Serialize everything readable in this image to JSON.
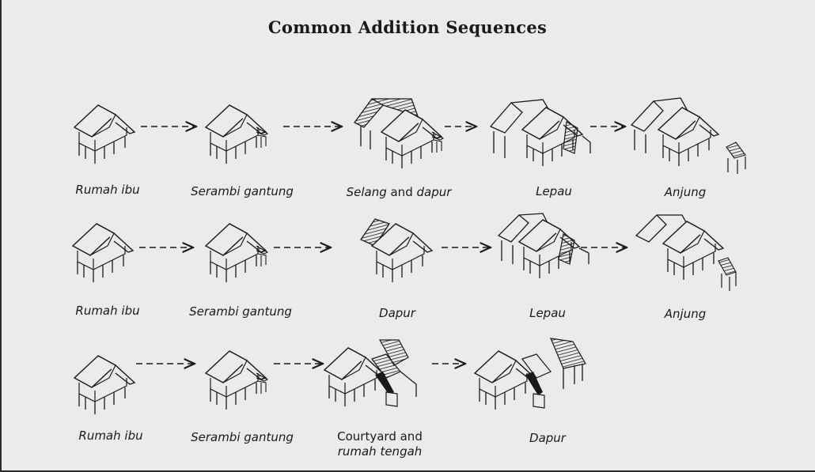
{
  "title": "Common Addition Sequences",
  "rows": [
    {
      "stages": [
        {
          "label": "Rumah ibu",
          "style": "italic"
        },
        {
          "label": "Serambi gantung",
          "style": "italic"
        },
        {
          "label": "Selang and dapur",
          "style": "mixed"
        },
        {
          "label": "Lepau",
          "style": "italic"
        },
        {
          "label": "Anjung",
          "style": "italic"
        }
      ]
    },
    {
      "stages": [
        {
          "label": "Rumah ibu",
          "style": "italic"
        },
        {
          "label": "Serambi gantung",
          "style": "italic"
        },
        {
          "label": "Dapur",
          "style": "italic"
        },
        {
          "label": "Lepau",
          "style": "italic"
        },
        {
          "label": "Anjung",
          "style": "italic"
        }
      ]
    },
    {
      "stages": [
        {
          "label": "Rumah ibu",
          "style": "italic"
        },
        {
          "label": "Serambi gantung",
          "style": "italic"
        },
        {
          "label_line1": "Courtyard and",
          "label_line2": "rumah tengah",
          "style": "two-line"
        },
        {
          "label": "Dapur",
          "style": "italic"
        }
      ]
    }
  ],
  "colors": {
    "ink": "#1a1a1a",
    "paper": "#ebebeb"
  }
}
